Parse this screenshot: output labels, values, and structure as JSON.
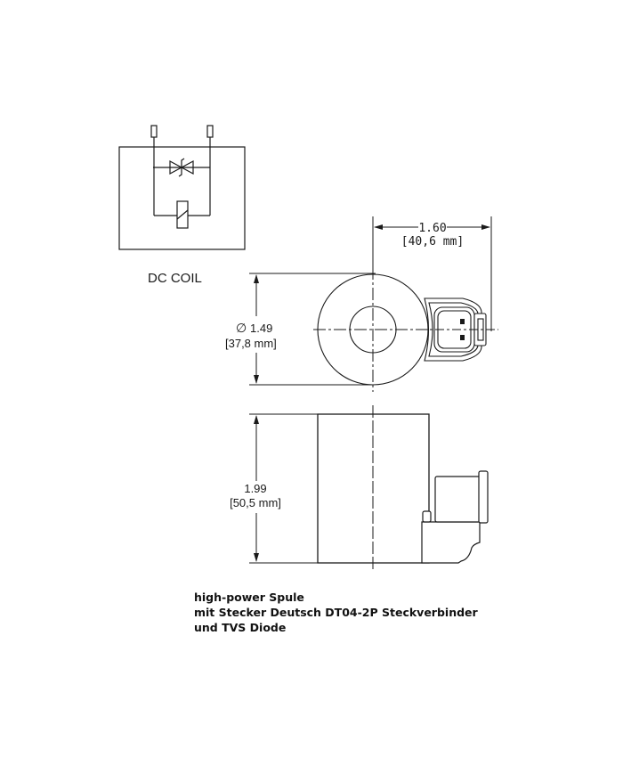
{
  "schematic": {
    "title": "DC COIL",
    "components": [
      "terminal-left",
      "terminal-right",
      "tvs-diode",
      "coil"
    ]
  },
  "dimensions": {
    "width": {
      "value": "1.60",
      "metric": "[40,6 mm]"
    },
    "diameter": {
      "symbol": "∅",
      "value": "1.49",
      "metric": "[37,8 mm]"
    },
    "height": {
      "value": "1.99",
      "metric": "[50,5 mm]"
    }
  },
  "caption": {
    "line1": "high-power Spule",
    "line2": "mit Stecker Deutsch DT04-2P Steckverbinder",
    "line3": "und TVS Diode"
  },
  "colors": {
    "line": "#1a1a1a",
    "background": "#ffffff"
  }
}
